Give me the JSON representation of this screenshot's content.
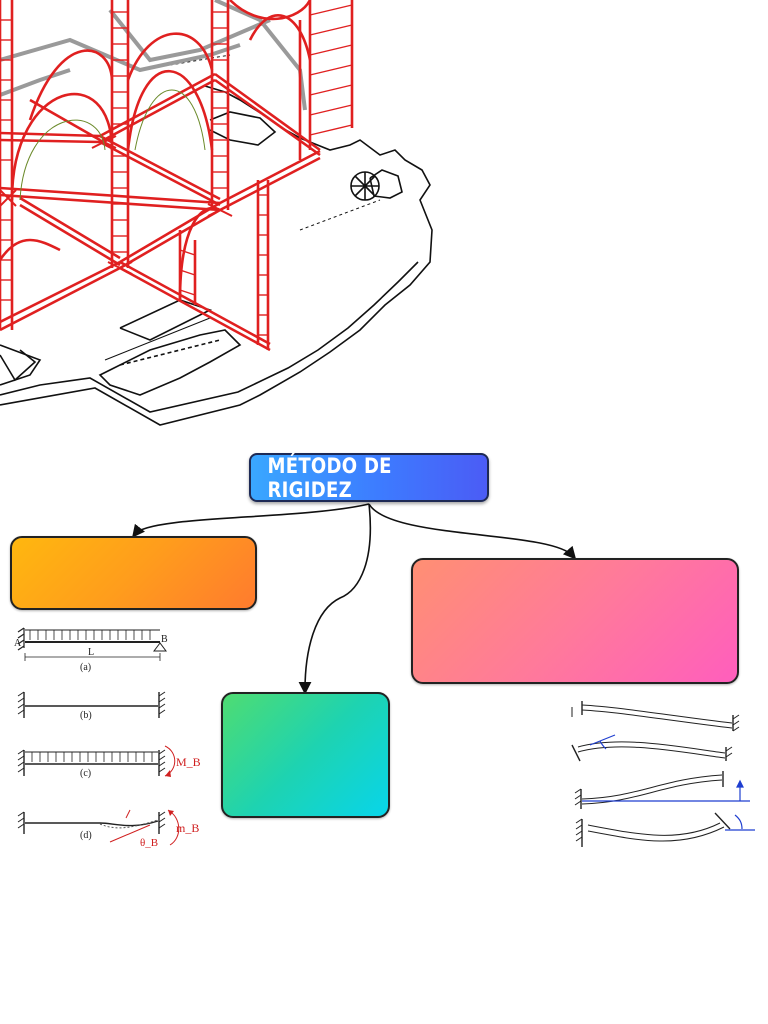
{
  "title": "MÉTODO DE RIGIDEZ",
  "beam_figures": {
    "labels": [
      "A",
      "B",
      "L",
      "(a)",
      "(b)",
      "(c)",
      "(d)"
    ],
    "moment_label": "M_B",
    "small_moment_label": "m_B",
    "rotation_label": "θ_B"
  },
  "colors": {
    "title_gradient": [
      "#3aa7ff",
      "#4b5cf5"
    ],
    "orange_gradient": [
      "#ffb70f",
      "#ff7b2e"
    ],
    "pink_gradient": [
      "#ff8f73",
      "#ff5ebd"
    ],
    "teal_gradient": [
      "#4fdc72",
      "#08d5ea"
    ],
    "frame_red": "#e02020"
  },
  "icons": [
    "cathedral-frame-illustration",
    "fixed-support-icon",
    "pin-support-icon",
    "deflected-beam-icon"
  ]
}
